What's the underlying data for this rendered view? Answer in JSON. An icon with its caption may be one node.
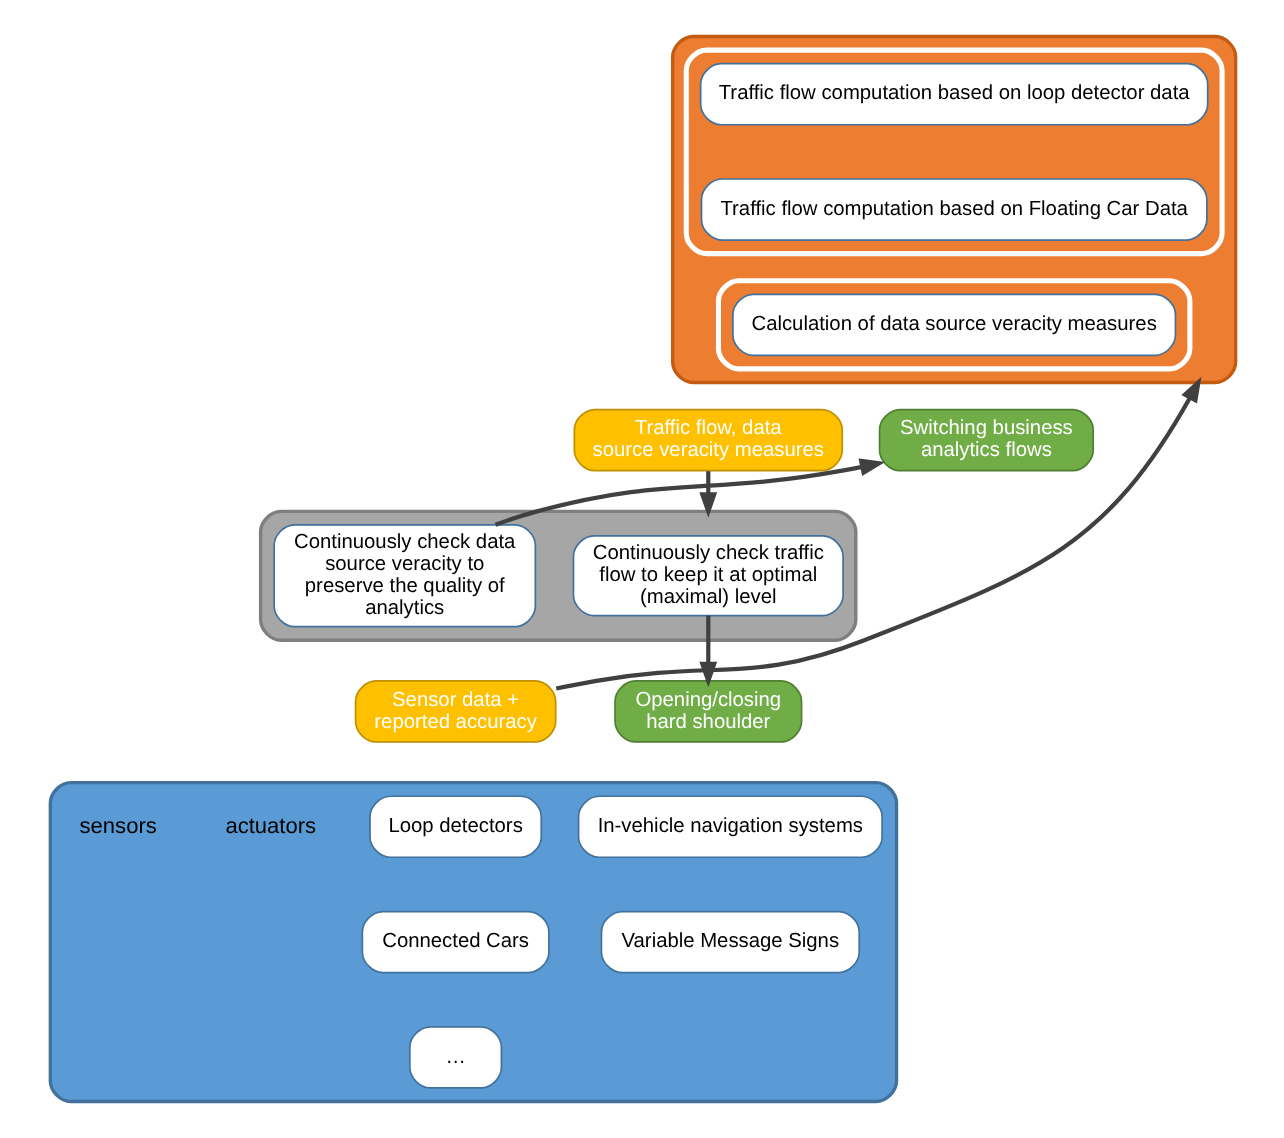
{
  "diagram": {
    "nodes": [
      {
        "text": [],
        "shape": "box"
      },
      {
        "text": [],
        "shape": "box",
        "in": 0
      },
      {
        "text": [
          "Traffic flow computation based on loop detector data"
        ],
        "in": 1
      },
      {
        "text": [
          "Traffic flow computation based on Floating Car Data"
        ],
        "in": 1
      },
      {
        "text": [],
        "shape": "box",
        "in": 0
      },
      {
        "text": [
          "Calculation of data source veracity measures"
        ],
        "in": 4
      },
      {
        "text": [
          "Traffic flow, data source veracity measures"
        ]
      },
      {
        "text": [
          "Switching business analytics flows"
        ]
      },
      {
        "text": [],
        "shape": "box"
      },
      {
        "text": [
          "Continuously check traffic flow to keep it at optimal (maximal) level"
        ],
        "in": 8
      },
      {
        "text": [
          "Continuously check data source veracity to preserve the quality of analytics"
        ],
        "in": 8
      },
      {
        "text": [
          "Sensor data + reported accuracy"
        ]
      },
      {
        "text": [
          "Opening/closing hard shoulder"
        ]
      },
      {
        "text": [],
        "shape": "box"
      },
      {
        "text": [
          "Loop detectors"
        ],
        "in": 13
      },
      {
        "text": [
          "Connected Cars"
        ],
        "in": 13
      },
      {
        "text": [
          "…"
        ],
        "in": 13
      },
      {
        "text": [
          "In-vehicle navigation systems"
        ],
        "in": 13
      },
      {
        "text": [
          "Variable Message Signs"
        ],
        "in": 13
      }
    ],
    "edges": [
      {
        "from": 11,
        "to": 0,
        "arrow": "to"
      },
      {
        "from": 6,
        "to": 8,
        "arrow": "to"
      },
      {
        "from": 10,
        "to": 7,
        "arrow": "to"
      },
      {
        "from": 9,
        "to": 12,
        "arrow": "to"
      }
    ],
    "labels": [
      "sensors",
      "actuators"
    ]
  }
}
